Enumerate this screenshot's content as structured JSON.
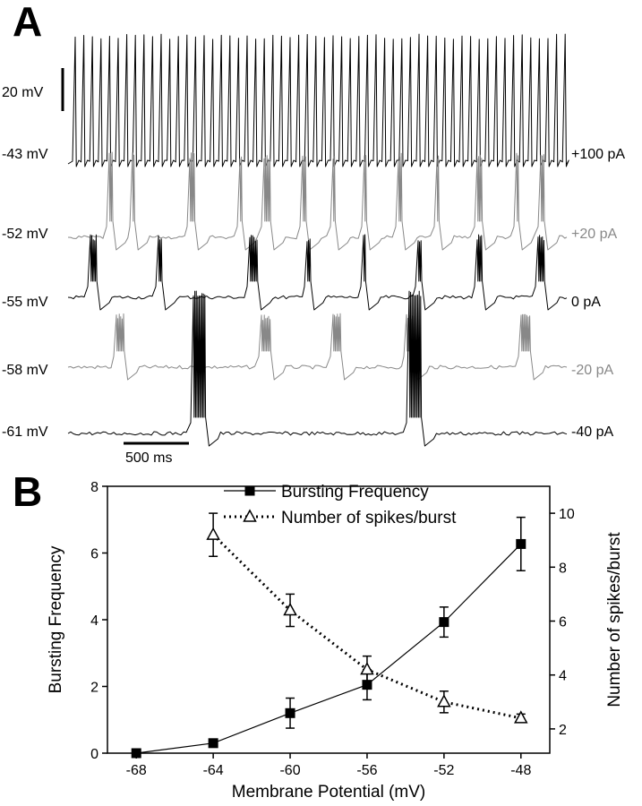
{
  "panel_a": {
    "letter": "A",
    "scale_v": "20 mV",
    "scale_t": "500 ms",
    "traces": [
      {
        "baseline": "-43 mV",
        "current": "+100 pA",
        "color": "#000000"
      },
      {
        "baseline": "-52 mV",
        "current": "+20 pA",
        "color": "#888888"
      },
      {
        "baseline": "-55 mV",
        "current": "0 pA",
        "color": "#000000"
      },
      {
        "baseline": "-58 mV",
        "current": "-20 pA",
        "color": "#888888"
      },
      {
        "baseline": "-61 mV",
        "current": "-40 pA",
        "color": "#000000"
      }
    ]
  },
  "panel_b": {
    "letter": "B"
  },
  "chart_data": {
    "type": "line",
    "xlabel": "Membrane Potential (mV)",
    "ylabel": "Bursting Frequency",
    "y2label": "Number of spikes/burst",
    "xlim": [
      -69.5,
      -46.5
    ],
    "xticks": [
      -68,
      -64,
      -60,
      -56,
      -52,
      -48
    ],
    "ylim": [
      0,
      8
    ],
    "yticks": [
      0,
      2,
      4,
      6,
      8
    ],
    "y2lim": [
      1.1,
      11
    ],
    "y2ticks": [
      2,
      4,
      6,
      8,
      10
    ],
    "legend_position": "top-center",
    "series": [
      {
        "name": "Bursting Frequency",
        "axis": "left",
        "marker": "filled-square",
        "line": "solid",
        "x": [
          -68,
          -64,
          -60,
          -56,
          -52,
          -48
        ],
        "y": [
          0.0,
          0.3,
          1.2,
          2.05,
          3.93,
          6.27
        ],
        "err": [
          0,
          0,
          0.45,
          0.45,
          0.45,
          0.8
        ]
      },
      {
        "name": "Number of spikes/burst",
        "axis": "right",
        "marker": "open-triangle",
        "line": "dotted",
        "x": [
          -64,
          -60,
          -56,
          -52,
          -48
        ],
        "y": [
          9.2,
          6.4,
          4.2,
          3.0,
          2.4
        ],
        "err": [
          0.8,
          0.6,
          0.5,
          0.4,
          0.15
        ]
      }
    ]
  }
}
